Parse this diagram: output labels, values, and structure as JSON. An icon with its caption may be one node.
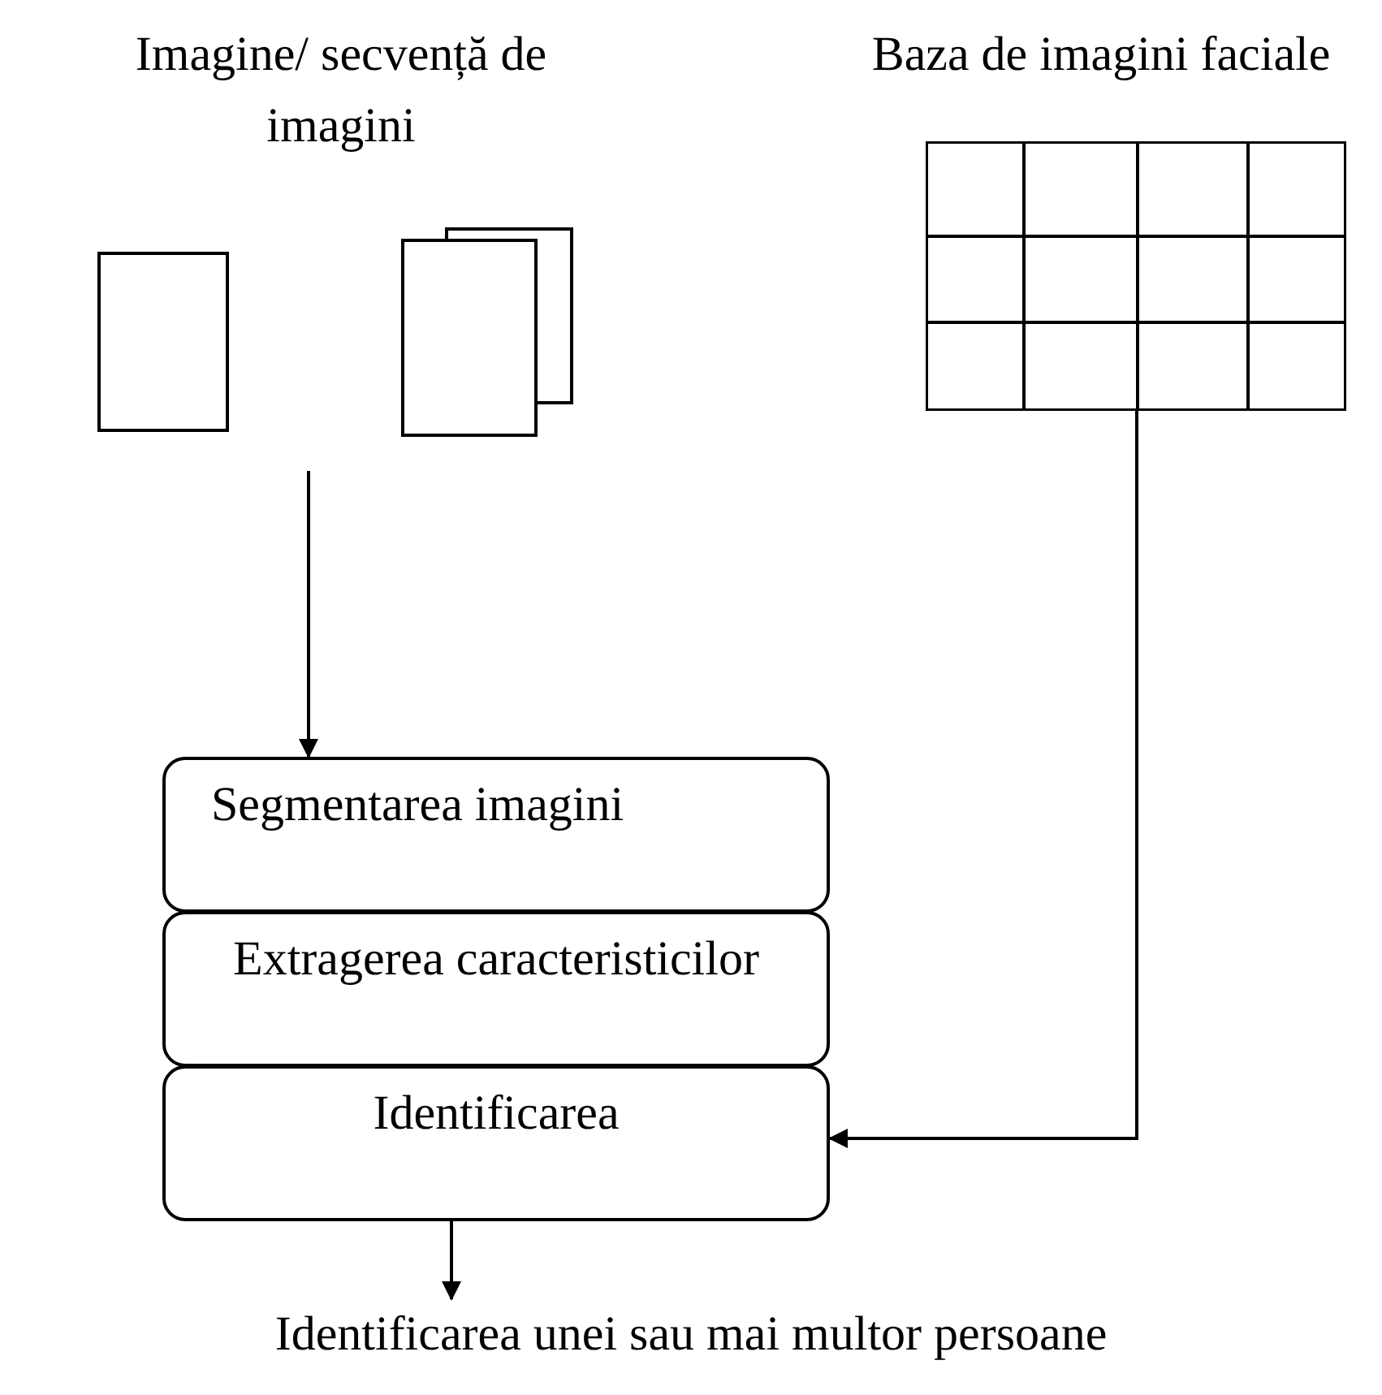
{
  "diagram": {
    "nodes": [
      {
        "text": [
          "Imagine/ secvență de imagini"
        ]
      },
      {
        "text": [
          "Baza de imagini faciale"
        ]
      },
      {
        "text": [],
        "shape": "box"
      },
      {
        "text": [],
        "shape": "stack"
      },
      {
        "text": [],
        "shape": "grid"
      },
      {
        "text": [
          "Segmentarea imagini"
        ]
      },
      {
        "text": [
          "Extragerea caracteristicilor"
        ]
      },
      {
        "text": [
          "Identificarea"
        ]
      },
      {
        "text": [
          "Identificarea unei sau mai multor persoane"
        ]
      }
    ],
    "edges": [
      {
        "from": null,
        "to": 5,
        "arrow": "to"
      },
      {
        "from": 4,
        "to": 7,
        "arrow": "to"
      },
      {
        "from": 7,
        "to": 8,
        "arrow": "to"
      }
    ]
  }
}
